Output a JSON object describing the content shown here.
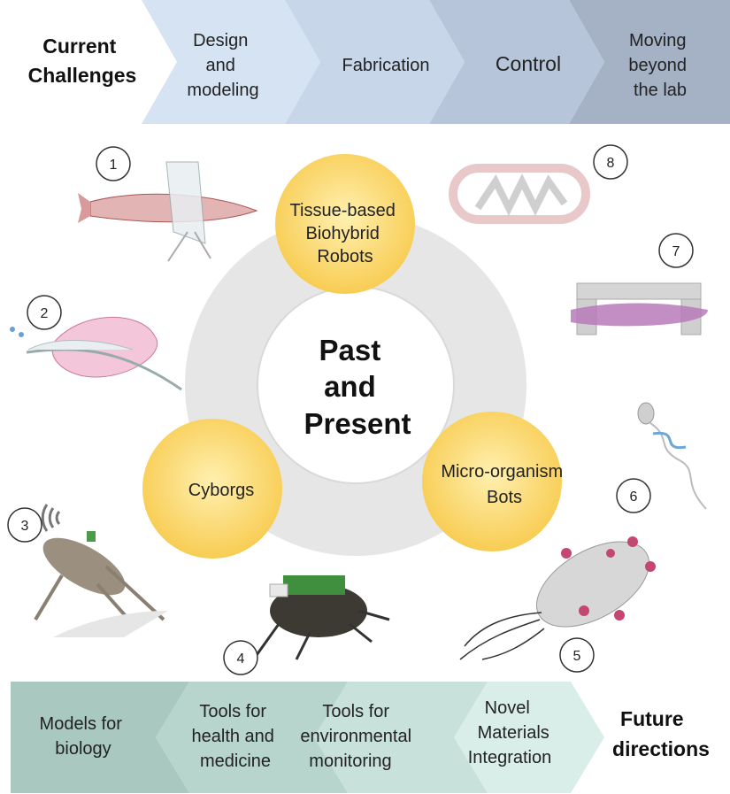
{
  "top_banner": {
    "title_lines": [
      "Current",
      "Challenges"
    ],
    "steps": [
      {
        "lines": [
          "Design",
          "and",
          "modeling"
        ]
      },
      {
        "lines": [
          "Fabrication"
        ]
      },
      {
        "lines": [
          "Control"
        ]
      },
      {
        "lines": [
          "Moving",
          "beyond",
          "the lab"
        ]
      }
    ],
    "colors": [
      "#d5e3f3",
      "#c8d6ea",
      "#b7c5da",
      "#a5b2c5"
    ]
  },
  "center": {
    "lines": [
      "Past",
      "and",
      "Present"
    ],
    "nodes": [
      {
        "lines": [
          "Tissue-based",
          "Biohybrid",
          "Robots"
        ]
      },
      {
        "lines": [
          "Cyborgs"
        ]
      },
      {
        "lines": [
          "Micro-organism",
          "Bots"
        ]
      }
    ],
    "node_color": "#fbd35c",
    "ring_color": "#e6e6e6"
  },
  "examples": [
    "1",
    "2",
    "3",
    "4",
    "5",
    "6",
    "7",
    "8"
  ],
  "bottom_banner": {
    "title_lines": [
      "Future",
      "directions"
    ],
    "steps": [
      {
        "lines": [
          "Models for",
          "biology"
        ]
      },
      {
        "lines": [
          "Tools for",
          "health and",
          "medicine"
        ]
      },
      {
        "lines": [
          "Tools for",
          "environmental",
          "monitoring"
        ]
      },
      {
        "lines": [
          "Novel",
          "Materials",
          "Integration"
        ]
      }
    ],
    "colors": [
      "#a9c8bf",
      "#b8d5cd",
      "#c8e1da",
      "#d9eee8"
    ]
  }
}
